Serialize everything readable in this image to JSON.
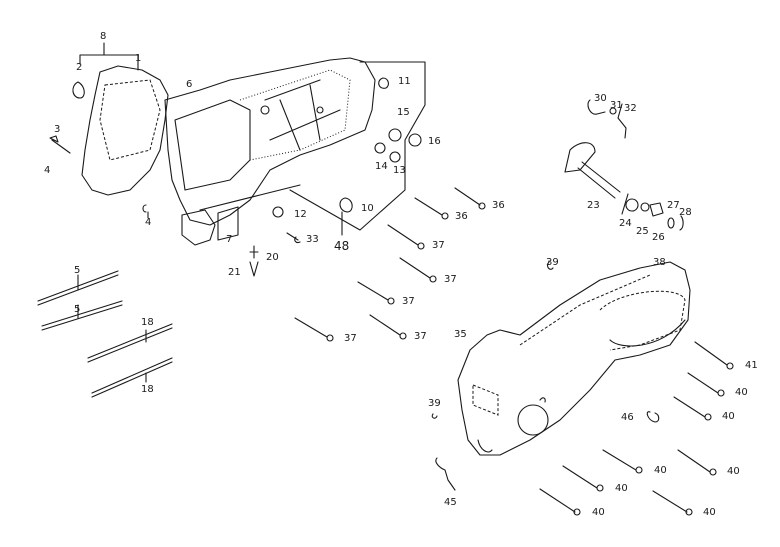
{
  "diagram": {
    "type": "exploded parts diagram",
    "subject": "scooter engine crankcase and left crankcase cover",
    "callouts": [
      {
        "id": "c8",
        "label": "8"
      },
      {
        "id": "c1",
        "label": "1"
      },
      {
        "id": "c2",
        "label": "2"
      },
      {
        "id": "c6",
        "label": "6"
      },
      {
        "id": "c3",
        "label": "3"
      },
      {
        "id": "c4a",
        "label": "4"
      },
      {
        "id": "c4b",
        "label": "4"
      },
      {
        "id": "c7",
        "label": "7"
      },
      {
        "id": "c11",
        "label": "11"
      },
      {
        "id": "c15",
        "label": "15"
      },
      {
        "id": "c16",
        "label": "16"
      },
      {
        "id": "c14",
        "label": "14"
      },
      {
        "id": "c13",
        "label": "13"
      },
      {
        "id": "c10",
        "label": "10"
      },
      {
        "id": "c12",
        "label": "12"
      },
      {
        "id": "c33",
        "label": "33"
      },
      {
        "id": "c48",
        "label": "48"
      },
      {
        "id": "c20",
        "label": "20"
      },
      {
        "id": "c21",
        "label": "21"
      },
      {
        "id": "c5a",
        "label": "5"
      },
      {
        "id": "c5b",
        "label": "5"
      },
      {
        "id": "c18a",
        "label": "18"
      },
      {
        "id": "c18b",
        "label": "18"
      },
      {
        "id": "c36a",
        "label": "36"
      },
      {
        "id": "c36b",
        "label": "36"
      },
      {
        "id": "c37a",
        "label": "37"
      },
      {
        "id": "c37b",
        "label": "37"
      },
      {
        "id": "c37c",
        "label": "37"
      },
      {
        "id": "c37d",
        "label": "37"
      },
      {
        "id": "c37e",
        "label": "37"
      },
      {
        "id": "c30",
        "label": "30"
      },
      {
        "id": "c31",
        "label": "31"
      },
      {
        "id": "c32",
        "label": "32"
      },
      {
        "id": "c23",
        "label": "23"
      },
      {
        "id": "c24",
        "label": "24"
      },
      {
        "id": "c25",
        "label": "25"
      },
      {
        "id": "c26",
        "label": "26"
      },
      {
        "id": "c27",
        "label": "27"
      },
      {
        "id": "c28",
        "label": "28"
      },
      {
        "id": "c39a",
        "label": "39"
      },
      {
        "id": "c39b",
        "label": "39"
      },
      {
        "id": "c38",
        "label": "38"
      },
      {
        "id": "c35",
        "label": "35"
      },
      {
        "id": "c41",
        "label": "41"
      },
      {
        "id": "c40a",
        "label": "40"
      },
      {
        "id": "c40b",
        "label": "40"
      },
      {
        "id": "c46",
        "label": "46"
      },
      {
        "id": "c40c",
        "label": "40"
      },
      {
        "id": "c40d",
        "label": "40"
      },
      {
        "id": "c40e",
        "label": "40"
      },
      {
        "id": "c40f",
        "label": "40"
      },
      {
        "id": "c40g",
        "label": "40"
      },
      {
        "id": "c45",
        "label": "45"
      }
    ]
  }
}
